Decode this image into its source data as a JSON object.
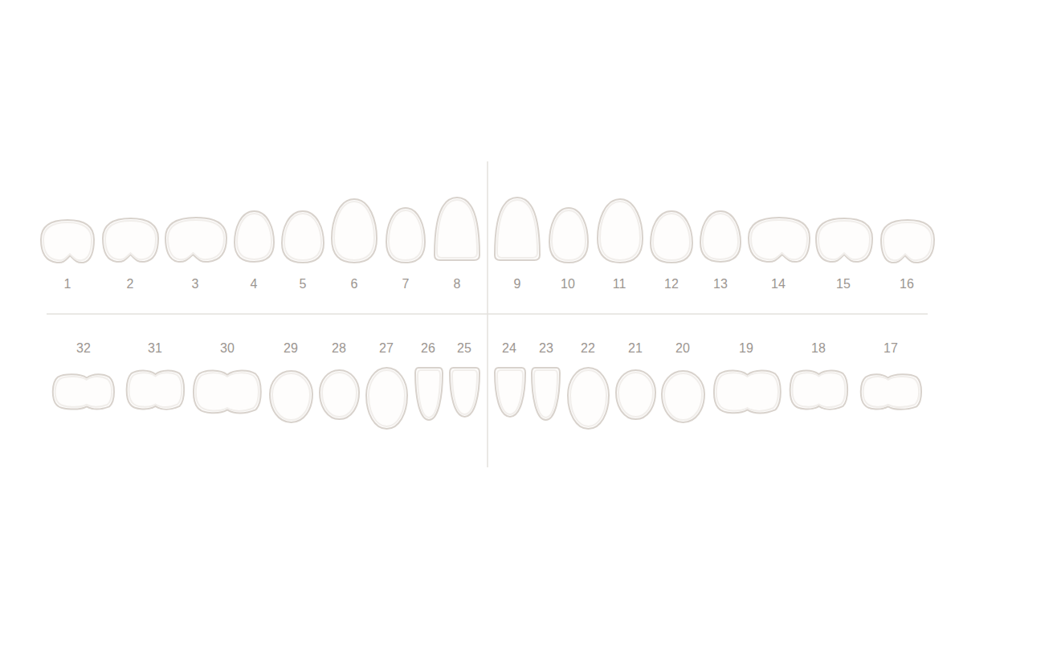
{
  "diagram": {
    "nodes": [
      {
        "text": [
          "1"
        ]
      },
      {
        "text": [
          "2"
        ]
      },
      {
        "text": [
          "3"
        ]
      },
      {
        "text": [
          "4"
        ]
      },
      {
        "text": [
          "5"
        ]
      },
      {
        "text": [
          "6"
        ]
      },
      {
        "text": [
          "7"
        ]
      },
      {
        "text": [
          "8"
        ]
      },
      {
        "text": [
          "9"
        ]
      },
      {
        "text": [
          "10"
        ]
      },
      {
        "text": [
          "11"
        ]
      },
      {
        "text": [
          "12"
        ]
      },
      {
        "text": [
          "13"
        ]
      },
      {
        "text": [
          "14"
        ]
      },
      {
        "text": [
          "15"
        ]
      },
      {
        "text": [
          "16"
        ]
      },
      {
        "text": [
          "32"
        ]
      },
      {
        "text": [
          "31"
        ]
      },
      {
        "text": [
          "30"
        ]
      },
      {
        "text": [
          "29"
        ]
      },
      {
        "text": [
          "28"
        ]
      },
      {
        "text": [
          "27"
        ]
      },
      {
        "text": [
          "26"
        ]
      },
      {
        "text": [
          "25"
        ]
      },
      {
        "text": [
          "24"
        ]
      },
      {
        "text": [
          "23"
        ]
      },
      {
        "text": [
          "22"
        ]
      },
      {
        "text": [
          "21"
        ]
      },
      {
        "text": [
          "20"
        ]
      },
      {
        "text": [
          "19"
        ]
      },
      {
        "text": [
          "18"
        ]
      },
      {
        "text": [
          "17"
        ]
      }
    ]
  }
}
